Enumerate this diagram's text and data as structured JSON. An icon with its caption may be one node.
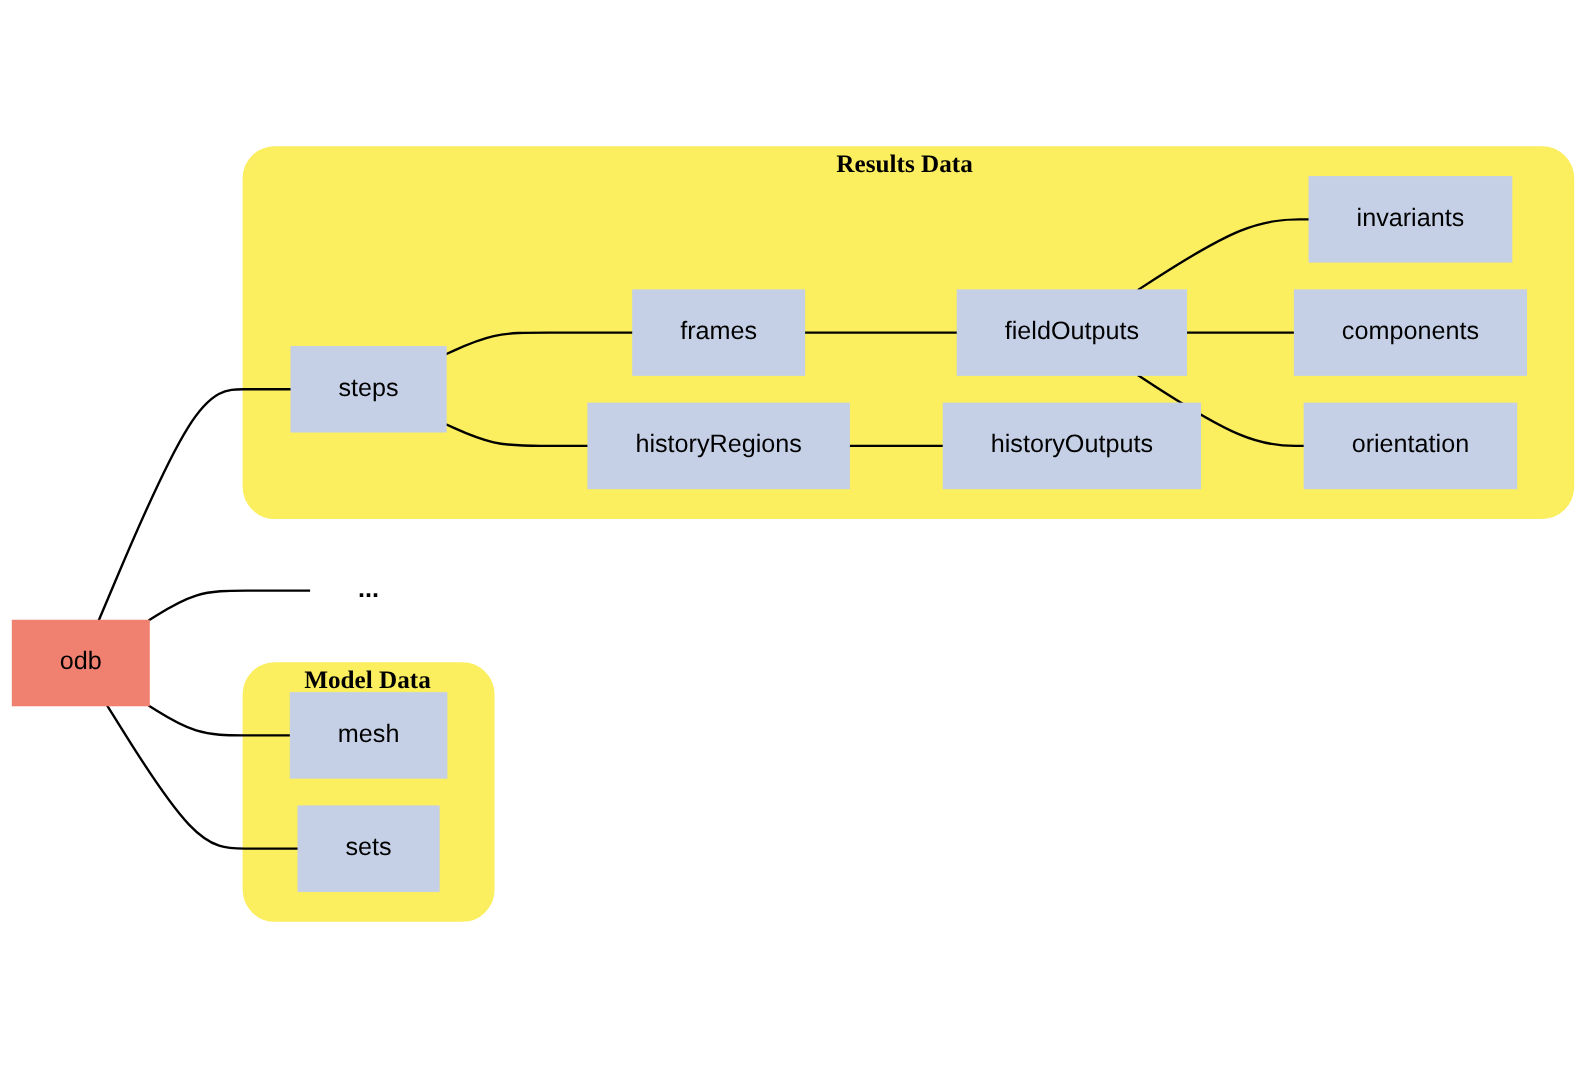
{
  "diagram": {
    "nodes": [
      {
        "text": [
          "odb"
        ]
      },
      {
        "text": [
          "Model Data"
        ]
      },
      {
        "text": [
          "mesh"
        ],
        "in": 1
      },
      {
        "text": [
          "sets"
        ],
        "in": 1
      },
      {
        "text": [
          "Results Data"
        ]
      },
      {
        "text": [
          "steps"
        ],
        "in": 4
      },
      {
        "text": [
          "frames"
        ],
        "in": 4
      },
      {
        "text": [
          "fieldOutputs"
        ],
        "in": 4
      },
      {
        "text": [
          "invariants"
        ],
        "in": 4
      },
      {
        "text": [
          "components"
        ],
        "in": 4
      },
      {
        "text": [
          "orientation"
        ],
        "in": 4
      },
      {
        "text": [
          "historyRegions"
        ],
        "in": 4
      },
      {
        "text": [
          "historyOutputs"
        ],
        "in": 4
      },
      {
        "text": [
          "..."
        ]
      }
    ],
    "edges": [
      {
        "from": 0,
        "to": 2,
        "arrow": "none"
      },
      {
        "from": 0,
        "to": 3,
        "arrow": "none"
      },
      {
        "from": 0,
        "to": 5,
        "arrow": "none"
      },
      {
        "from": 0,
        "to": 13,
        "arrow": "none"
      },
      {
        "from": 5,
        "to": 6,
        "arrow": "none"
      },
      {
        "from": 5,
        "to": 11,
        "arrow": "none"
      },
      {
        "from": 6,
        "to": 7,
        "arrow": "none"
      },
      {
        "from": 7,
        "to": 8,
        "arrow": "none"
      },
      {
        "from": 7,
        "to": 9,
        "arrow": "none"
      },
      {
        "from": 7,
        "to": 10,
        "arrow": "none"
      },
      {
        "from": 11,
        "to": 12,
        "arrow": "none"
      }
    ]
  }
}
